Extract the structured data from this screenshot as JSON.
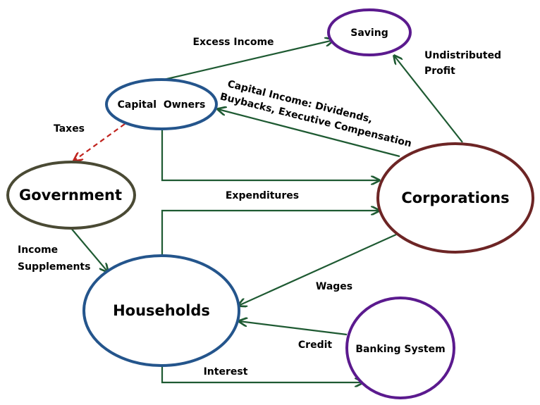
{
  "nodes": {
    "saving": "Saving",
    "capital_owners": "Capital  Owners",
    "government": "Government",
    "corporations": "Corporations",
    "households": "Households",
    "banking_system": "Banking System"
  },
  "edges": {
    "excess_income": "Excess Income",
    "undistributed_profit": [
      "Undistributed",
      "Profit"
    ],
    "capital_income": [
      "Capital Income: Dividends,",
      "Buybacks, Executive Compensation"
    ],
    "taxes": "Taxes",
    "expenditures": "Expenditures",
    "income_supplements": [
      "Income",
      "Supplements"
    ],
    "wages": "Wages",
    "credit": "Credit",
    "interest": "Interest"
  },
  "colors": {
    "arrow": "#1e5a32",
    "taxes_arrow": "#c0231e",
    "saving_border": "#5b1a8e",
    "capital_owners_border": "#24558c",
    "government_border": "#4a4a34",
    "corporations_border": "#6d2525",
    "households_border": "#24558c",
    "banking_border": "#5b1a8e"
  }
}
